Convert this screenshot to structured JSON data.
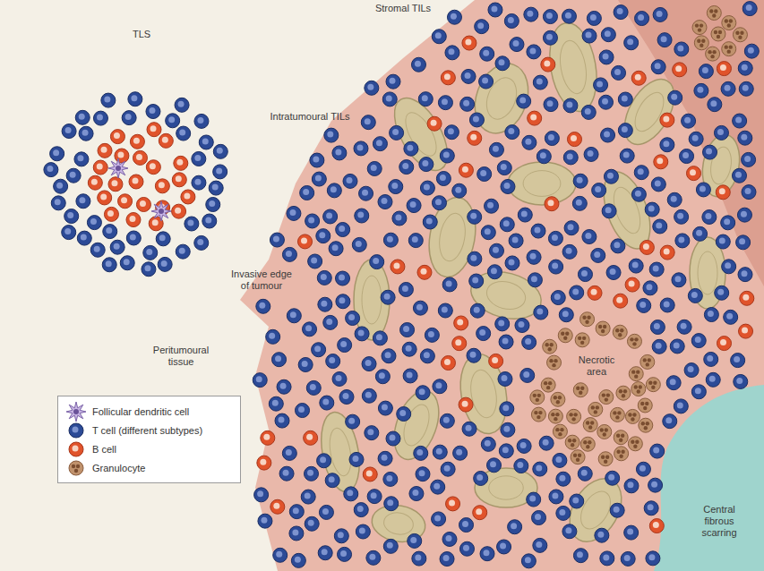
{
  "diagram": {
    "labels": [
      "Stromal TILs",
      "TLS",
      "Intratumoural TILs",
      "Invasive edge of tumour",
      "Peritumoural tissue",
      "Necrotic area",
      "Central fibrous scarring"
    ],
    "legend": [
      {
        "text": "Follicular dendritic cell"
      },
      {
        "text": "T cell (different subtypes)",
        "color": "#2c4a96"
      },
      {
        "text": "B cell",
        "color": "#e0532b"
      },
      {
        "text": "Granulocyte",
        "color": "#c0926d"
      }
    ]
  }
}
